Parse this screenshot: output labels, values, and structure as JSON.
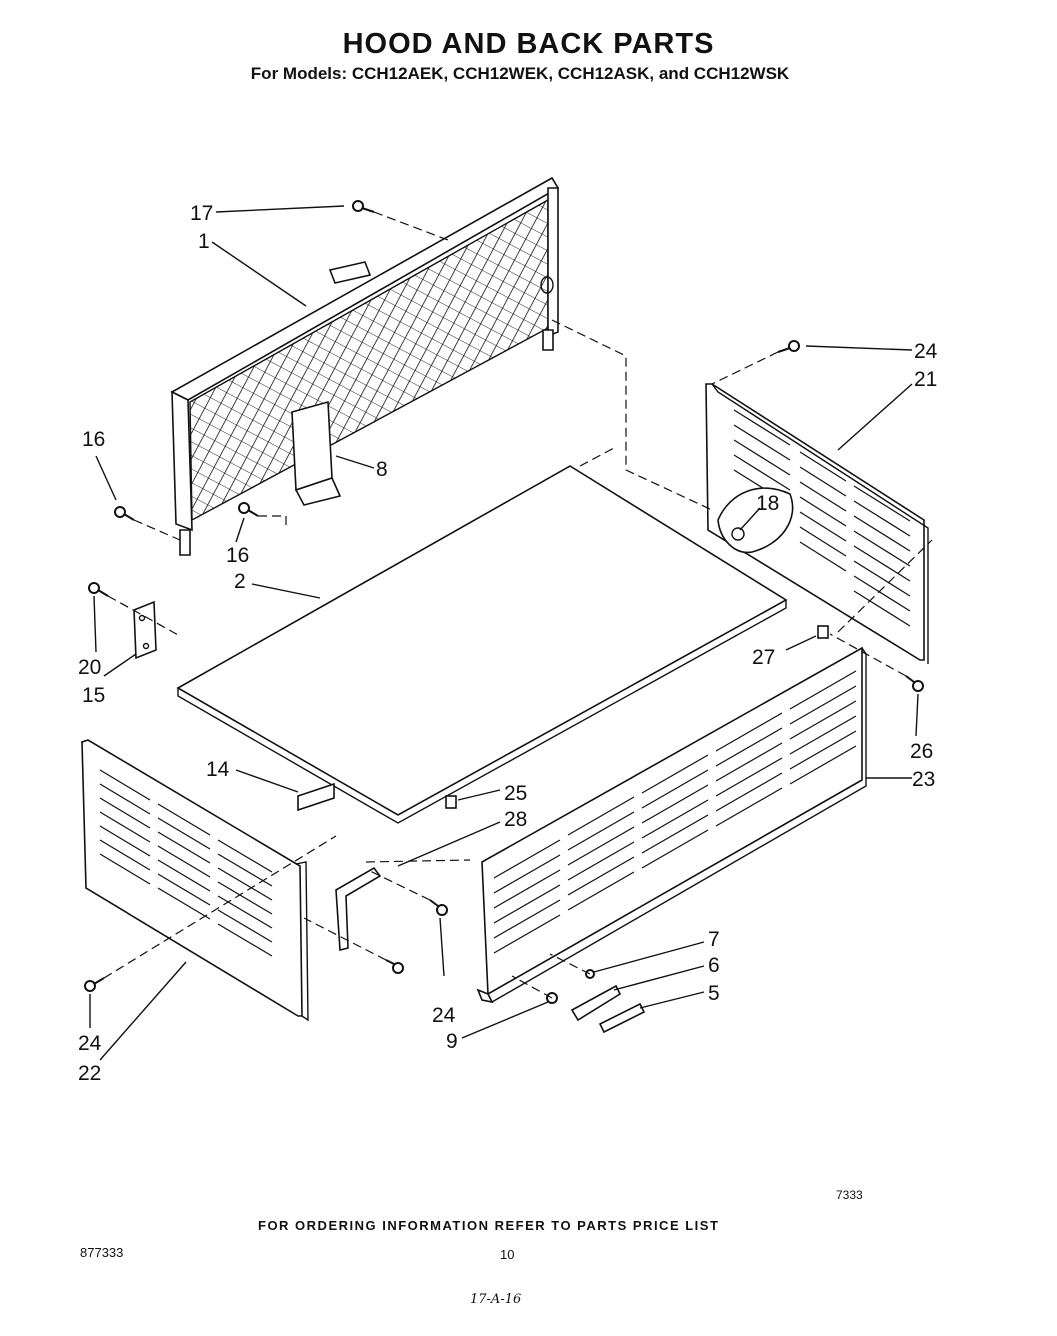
{
  "header": {
    "title": "HOOD AND BACK PARTS",
    "subtitle": "For Models: CCH12AEK, CCH12WEK, CCH12ASK, and CCH12WSK"
  },
  "callouts": {
    "c17": "17",
    "c1": "1",
    "c24a": "24",
    "c21": "21",
    "c16a": "16",
    "c8": "8",
    "c18": "18",
    "c16b": "16",
    "c2": "2",
    "c20": "20",
    "c15": "15",
    "c27": "27",
    "c26": "26",
    "c23": "23",
    "c14": "14",
    "c25": "25",
    "c28": "28",
    "c7": "7",
    "c6": "6",
    "c5": "5",
    "c24b": "24",
    "c9": "9",
    "c24c": "24",
    "c22": "22"
  },
  "footer": {
    "ordering_note": "FOR ORDERING INFORMATION REFER TO PARTS PRICE LIST",
    "diagram_code": "7333",
    "document_number": "877333",
    "page_number": "10",
    "handwritten_mark": "17-A-16"
  }
}
